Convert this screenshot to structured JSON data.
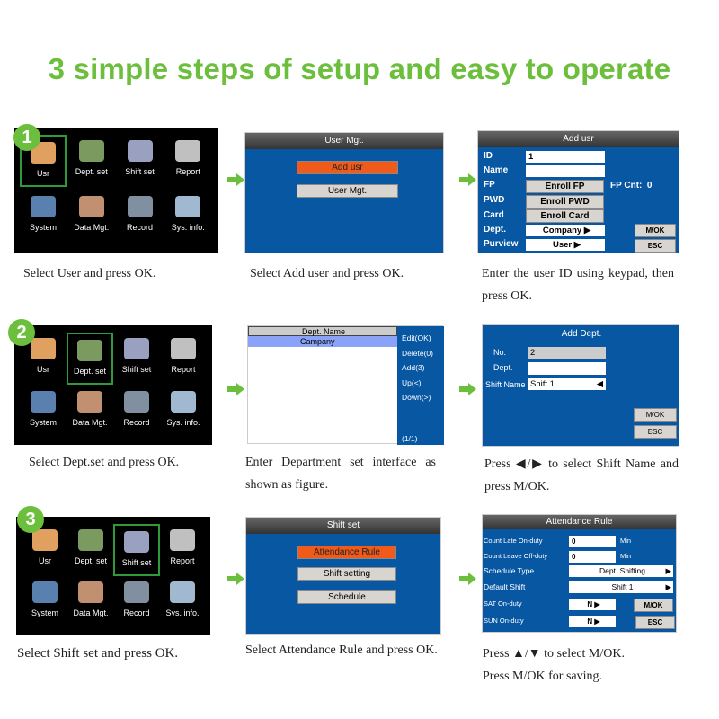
{
  "title": "3 simple steps of setup and easy to operate",
  "menu_items": [
    "Usr",
    "Dept. set",
    "Shift set",
    "Report",
    "System",
    "Data Mgt.",
    "Record",
    "Sys. info."
  ],
  "menu_icons": [
    "user-add-icon",
    "department-icon",
    "shift-icon",
    "report-icon",
    "system-icon",
    "data-icon",
    "record-icon",
    "info-icon"
  ],
  "colors": {
    "accent": "#6cbf3c",
    "screen": "#0757a3",
    "highlight": "#f05a1a"
  },
  "steps": [
    {
      "number": "1",
      "selected": 0,
      "user_mgt": {
        "title": "User Mgt.",
        "buttons": [
          "Add usr",
          "User Mgt."
        ]
      },
      "add_usr": {
        "title": "Add usr",
        "labels": [
          "ID",
          "Name",
          "FP",
          "PWD",
          "Card",
          "Dept.",
          "Purview"
        ],
        "id_value": "1",
        "name_value": "",
        "enroll_fp": "Enroll FP",
        "fp_cnt": "FP Cnt:  0",
        "enroll_pwd": "Enroll PWD",
        "enroll_card": "Enroll Card",
        "dept_value": "Company",
        "purview_value": "User",
        "ok": "M/OK",
        "esc": "ESC"
      },
      "captions": [
        "Select User and press OK.",
        "Select Add user and press OK.",
        "Enter the user ID using keypad, then press OK."
      ]
    },
    {
      "number": "2",
      "selected": 1,
      "dept_list": {
        "column": "Dept. Name",
        "row": "Campany",
        "menu": [
          "Edit(OK)",
          "Delete(0)",
          "Add(3)",
          "Up(<)",
          "Down(>)"
        ],
        "page": "(1/1)"
      },
      "add_dept": {
        "title": "Add Dept.",
        "no_label": "No.",
        "no_value": "2",
        "dept_label": "Dept.",
        "dept_value": "",
        "shift_label": "Shift Name",
        "shift_value": "Shift 1",
        "ok": "M/OK",
        "esc": "ESC"
      },
      "captions": [
        "Select Dept.set and press OK.",
        "Enter Department set interface as shown as figure.",
        "Press ◀/▶ to select Shift Name and press M/OK."
      ]
    },
    {
      "number": "3",
      "selected": 2,
      "shift_set": {
        "title": "Shift set",
        "buttons": [
          "Attendance Rule",
          "Shift setting",
          "Schedule"
        ]
      },
      "attendance_rule": {
        "title": "Attendance Rule",
        "late_label": "Count Late On-duty",
        "late_value": "0",
        "leave_label": "Count Leave Off-duty",
        "leave_value": "0",
        "min": "Min",
        "schedule_label": "Schedule Type",
        "schedule_value": "Dept. Shifting",
        "default_label": "Default Shift",
        "default_value": "Shift 1",
        "sat_label": "SAT On-duty",
        "sat_value": "N",
        "sun_label": "SUN On-duty",
        "sun_value": "N",
        "ok": "M/OK",
        "esc": "ESC"
      },
      "captions": [
        "Select Shift set and press OK.",
        "Select Attendance Rule and press OK.",
        "Press ▲/▼ to select M/OK. Press M/OK for saving."
      ]
    }
  ]
}
